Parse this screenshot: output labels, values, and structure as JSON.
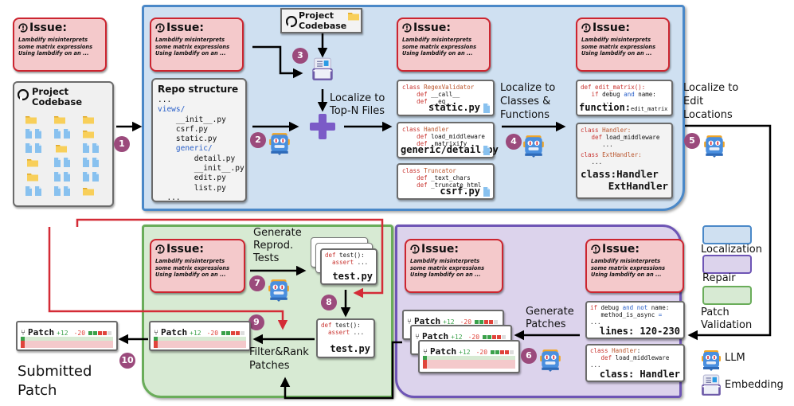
{
  "issue": {
    "title": "Issue:",
    "text": "Lambdify misinterprets\nsome matrix expressions\nUsing lambdify on an ..."
  },
  "codebase": {
    "title_line1": "Project",
    "title_line2": "Codebase"
  },
  "repo_structure": {
    "title": "Repo structure",
    "lines": [
      "...",
      "views/",
      "    __init__.py",
      "    csrf.py",
      "    static.py",
      "    generic/",
      "        detail.py",
      "        __init__.py",
      "        edit.py",
      "        list.py",
      "  ..."
    ]
  },
  "labels": {
    "localize_files": "Localize to\nTop-N Files",
    "localize_classes": "Localize to\nClasses &\nFunctions",
    "localize_edit": "Localize to\nEdit\nLocations",
    "generate_patches": "Generate\nPatches",
    "generate_tests": "Generate\nReprod.\nTests",
    "filter_rank": "Filter&Rank\nPatches",
    "submitted": "Submitted\nPatch"
  },
  "file_cards": [
    {
      "class_kw": "class",
      "class_name": "RegexValidator",
      "defs": [
        "__call__",
        "__eq__"
      ],
      "file": "static.py"
    },
    {
      "class_kw": "class",
      "class_name": "Handler",
      "defs": [
        "load_middleware",
        "_matrixify"
      ],
      "file": "generic/detail.py"
    },
    {
      "class_kw": "class",
      "class_name": "Truncator",
      "defs": [
        "_text_chars",
        "_truncate_html"
      ],
      "file": "csrf.py"
    }
  ],
  "func_card": {
    "line1_kw": "def",
    "line1": " edit_matrix():",
    "line2_kw": "if",
    "line2a": " debug ",
    "line2_and": "and",
    "line2b": " name:",
    "line3": "...",
    "footer_key": "function:",
    "footer_val": "edit_matrix"
  },
  "class_card": {
    "c1_kw": "class",
    "c1_name": " Handler:",
    "def_kw": "def",
    "def_name": " load_middleware",
    "dots": "...",
    "c2_kw": "class",
    "c2_name": " ExtHandler:",
    "dots2": "...",
    "footer1": "class:Handler",
    "footer2": "ExtHandler"
  },
  "lines_card": {
    "kw_if": "if",
    "t1": " debug ",
    "kw_and": "and",
    "kw_not": " not",
    "t2": " name:",
    "line2": "method_is_async ",
    "eq": "=",
    "dots": "...",
    "footer": "lines: 120-230"
  },
  "handler_card": {
    "kw_class": "class",
    "name": " Handler",
    "colon": ":",
    "kw_def": "def",
    "def_name": " load_middleware",
    "dots": "...",
    "footer": "class: Handler"
  },
  "test_card": {
    "kw_def": "def",
    "sig": " test():",
    "kw_assert": "assert",
    "rest": " ...",
    "file": "test.py"
  },
  "patch": {
    "title": "Patch",
    "additions": "+12",
    "deletions": "-20"
  },
  "steps": [
    "1",
    "2",
    "3",
    "4",
    "5",
    "6",
    "7",
    "8",
    "9",
    "10"
  ],
  "legend": [
    {
      "label": "Localization",
      "fill": "#cfe0f1",
      "border": "#4a88c8"
    },
    {
      "label": "Repair",
      "fill": "#dcd3ec",
      "border": "#6e55b5"
    },
    {
      "label": "Patch\nValidation",
      "fill": "#d7ead3",
      "border": "#6aad5a"
    }
  ],
  "legend_icons": {
    "llm": "LLM",
    "embedding": "Embedding"
  },
  "colors": {
    "localization": "#4a88c8",
    "repair": "#6e55b5",
    "validation": "#6aad5a",
    "issue_fill": "#f4c9cb",
    "issue_border": "#cc2530",
    "step": "#9b4a7c",
    "red_line": "#d42b36"
  }
}
